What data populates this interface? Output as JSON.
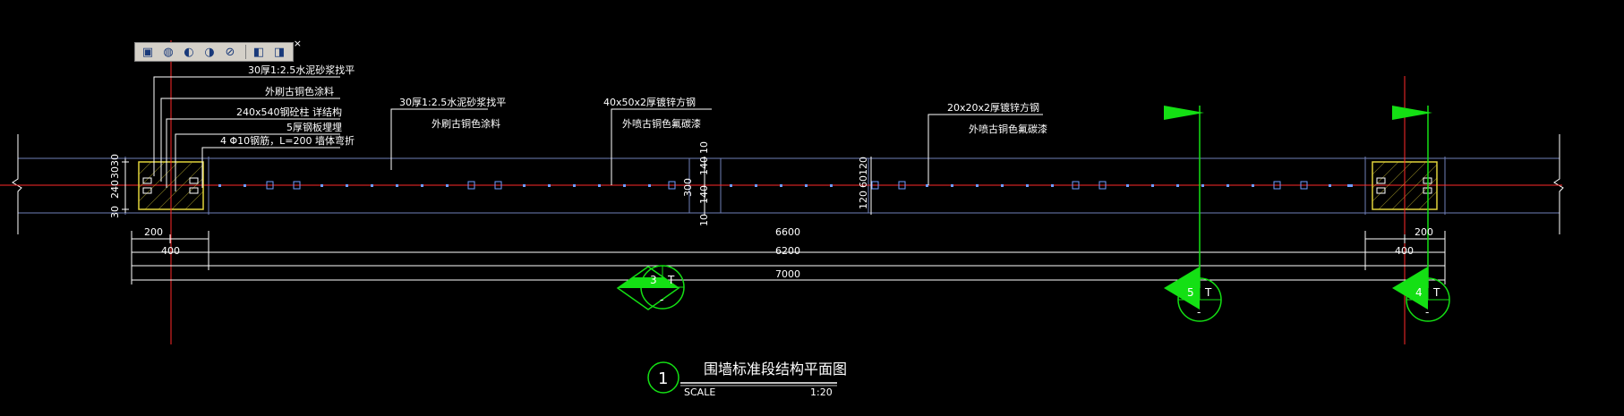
{
  "toolbar": {
    "icons": [
      "view-cube-icon",
      "sphere-icon",
      "sphere-add-icon",
      "sphere-minus-icon",
      "sphere-hidden-icon",
      "box-icon",
      "box-remove-icon"
    ],
    "close": "×"
  },
  "annotations": {
    "left_1": "30厚1:2.5水泥砂浆找平",
    "left_2": "外刷古铜色涂料",
    "left_3": "240x540钢砼柱 详结构",
    "left_4": "5厚钢板埋埋",
    "left_5": "4 Φ10钢筋，L=200 墙体弯折",
    "mid_1": "30厚1:2.5水泥砂浆找平",
    "mid_2": "外刷古铜色涂料",
    "steel_1": "40x50x2厚镀锌方钢",
    "steel_2": "外喷古铜色氟碳漆",
    "steel_3": "20x20x2厚镀锌方钢",
    "steel_4": "外喷古铜色氟碳漆"
  },
  "dims": {
    "left_30a": "30",
    "left_30b": "30",
    "left_240": "240",
    "left_30c": "30",
    "mid_10a": "10",
    "mid_140a": "140",
    "mid_300": "300",
    "mid_140b": "140",
    "mid_10b": "10",
    "mid_120a": "120",
    "mid_60": "60",
    "mid_120b": "120",
    "d200_left": "200",
    "d400_left": "400",
    "d6600": "6600",
    "d6200": "6200",
    "d7000": "7000",
    "d200_right": "200",
    "d400_right": "400"
  },
  "sections": [
    {
      "num": "3",
      "sheet": "T",
      "sub": "-"
    },
    {
      "num": "5",
      "sheet": "T",
      "sub": "-"
    },
    {
      "num": "4",
      "sheet": "T",
      "sub": "-"
    }
  ],
  "title_block": {
    "number": "1",
    "title": "围墙标准段结构平面图",
    "scale_label": "SCALE",
    "scale_value": "1:20"
  },
  "colors": {
    "wall": "#6f7fb8",
    "red": "#ff2a2a",
    "green": "#14e014",
    "white": "#ffffff",
    "yellow": "#e0d23a",
    "cyan": "#3aa6ff"
  }
}
